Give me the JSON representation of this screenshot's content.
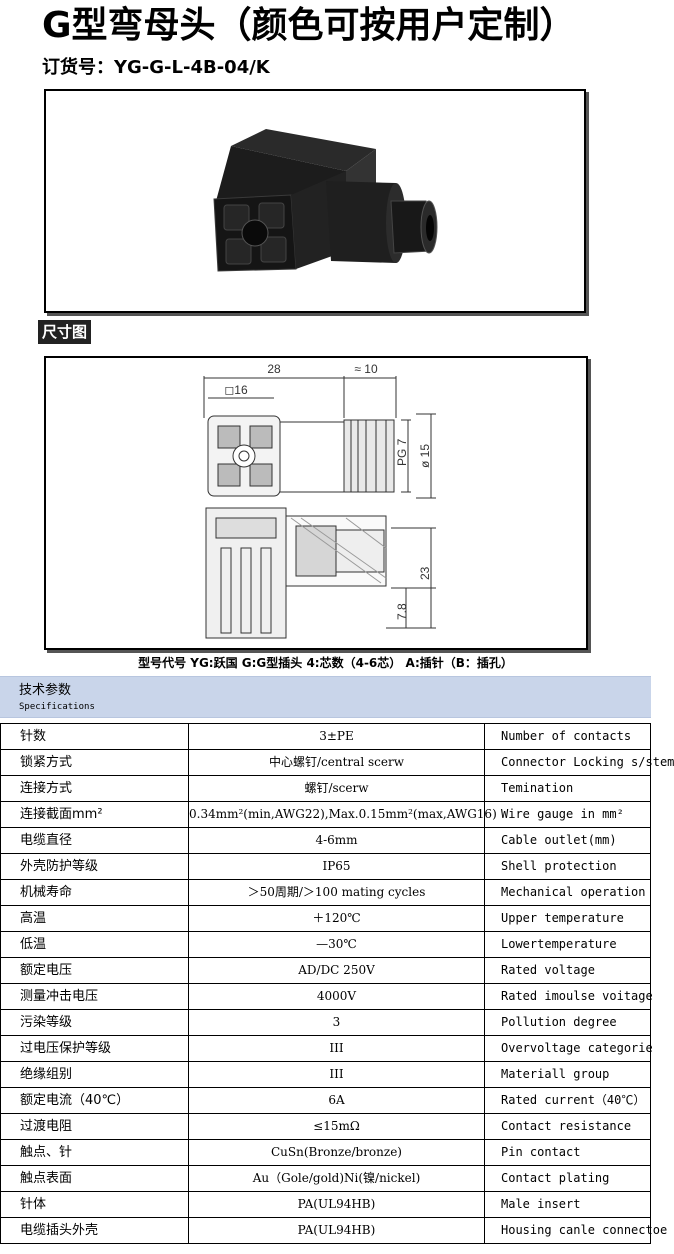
{
  "title": "G型弯母头（颜色可按用户定制）",
  "order_number": "订货号：YG-G-L-4B-04/K",
  "dimension_label": "尺寸图",
  "drawing": {
    "dim_28": "28",
    "dim_10": "≈ 10",
    "dim_16": "◻16",
    "dim_pg7": "PG 7",
    "dim_15": "ø 15",
    "dim_23": "23",
    "dim_78": "7.8"
  },
  "model_code": "型号代号   YG:跃国  G:G型插头   4:芯数（4-6芯）   A:插针（B：插孔）",
  "spec_header": {
    "zh": "技术参数",
    "en": "Specifications"
  },
  "spec_rows": [
    [
      "针数",
      "3±PE",
      "Number of contacts"
    ],
    [
      "锁紧方式",
      "中心螺钉/central scerw",
      "Connector Locking s/stem"
    ],
    [
      "连接方式",
      "螺钉/scerw",
      "Temination"
    ],
    [
      "连接截面mm²",
      "0.34mm²(min,AWG22),Max.0.15mm²(max,AWG16)",
      "Wire gauge in mm²"
    ],
    [
      "电缆直径",
      "4-6mm",
      "Cable outlet(mm)"
    ],
    [
      "外壳防护等级",
      "IP65",
      "Shell protection"
    ],
    [
      "机械寿命",
      "＞50周期/＞100 mating cycles",
      "Mechanical operation"
    ],
    [
      "高温",
      "＋120℃",
      "Upper temperature"
    ],
    [
      "低温",
      "—30℃",
      "Lowertemperature"
    ],
    [
      "额定电压",
      "AD/DC 250V",
      "Rated voltage"
    ],
    [
      "测量冲击电压",
      "4000V",
      "Rated imoulse voitage"
    ],
    [
      "污染等级",
      "3",
      "Pollution degree"
    ],
    [
      "过电压保护等级",
      "III",
      "Overvoltage categorie"
    ],
    [
      "绝缘组别",
      "III",
      "Materiall group"
    ],
    [
      "额定电流（40℃）",
      "6A",
      "Rated current（40℃）"
    ],
    [
      "过渡电阻",
      "≤15mΩ",
      "Contact resistance"
    ],
    [
      "触点、针",
      "CuSn(Bronze/bronze)",
      "Pin contact"
    ],
    [
      "触点表面",
      "Au（Gole/gold)Ni(镍/nickel)",
      "Contact plating"
    ],
    [
      "针体",
      "PA(UL94HB)",
      "Male insert"
    ],
    [
      "电缆插头外壳",
      "PA(UL94HB)",
      "Housing canle connectoe"
    ]
  ]
}
